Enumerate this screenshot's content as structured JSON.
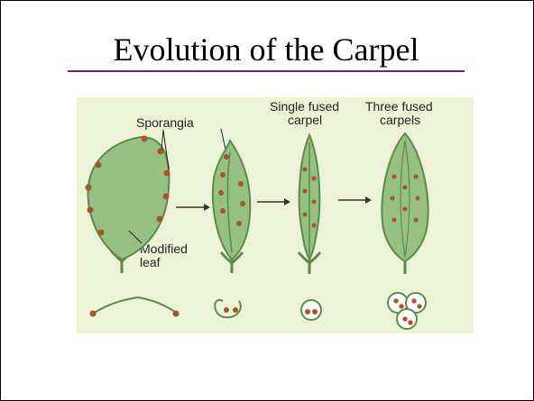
{
  "slide": {
    "title": "Evolution of the Carpel"
  },
  "figure": {
    "labels": {
      "sporangia": "Sporangia",
      "single_fused_line1": "Single fused",
      "single_fused_line2": "carpel",
      "three_fused_line1": "Three fused",
      "three_fused_line2": "carpels",
      "modified_line1": "Modified",
      "modified_line2": "leaf"
    },
    "colors": {
      "background": "#ecf3d6",
      "leaf": "#96c183",
      "leaf_edge": "#5d8a4c",
      "sporangium": "#a8552b",
      "arrow": "#333333"
    }
  }
}
